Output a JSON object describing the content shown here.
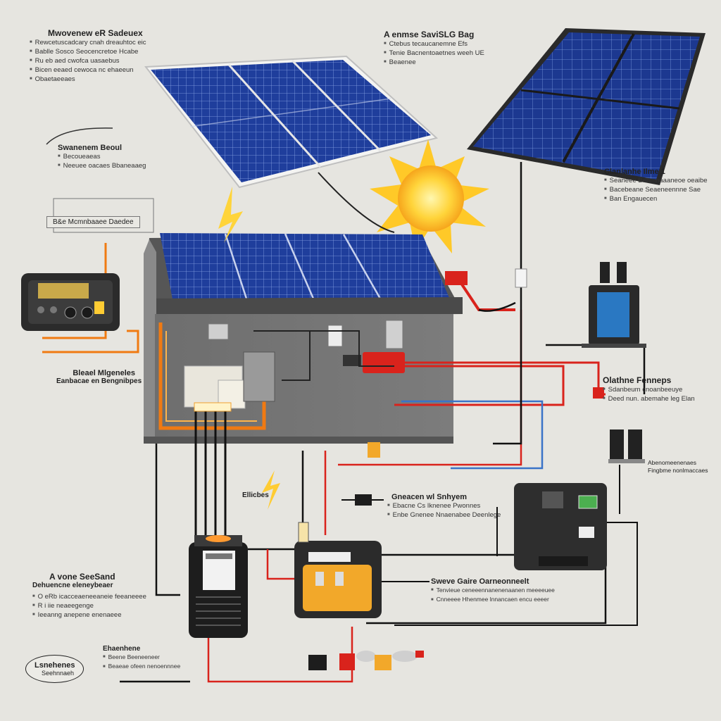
{
  "colors": {
    "background": "#e6e5e0",
    "panel_blue": "#1e3f9e",
    "house_wall": "#757575",
    "wire_red": "#d9231c",
    "wire_orange": "#f07a12",
    "wire_blue": "#3a73c8",
    "sun_yellow": "#ffd43a"
  },
  "labels": {
    "top_left": {
      "title": "Mwovenew eR Sadeuex",
      "lines": [
        "Rewcetuscadcary  cnah  dreauhtoc  eic",
        "Bablle  Sosco  Seocencretoe  Hcabe",
        "Ru  eb  aed  cwofca  uasaebus",
        "Bicen  eeaed  cewoca  nc  ehaeeun",
        "Obaetaeeaes"
      ]
    },
    "top_center": {
      "title": "A enmse  SaviSLG Bag",
      "lines": [
        "Ctebus  tecaucanemne  Efs",
        "Tenie  Bacnentoaetnes  weeh UE",
        "Beaenee"
      ]
    },
    "left_oval_top": {
      "title": "Swanenem Beoul",
      "lines": [
        "Becoueaeas",
        "Neeuee  oacaes  Bbaneaaeg"
      ]
    },
    "left_box": {
      "title": "B&e  Mcmnbaaee  Daedee"
    },
    "right_top": {
      "title": "Clanlanhe  Ilme  1",
      "lines": [
        "Seaneee  Benmnaaaneoe  oeaibe",
        "Bacebeane  Seaeneennne  Sae",
        "Ban  Engauecen"
      ]
    },
    "left_mid": {
      "title": "Bleael  Mlgeneles",
      "lines_plain": [
        "Eanbacae  en  Bengnibpes"
      ]
    },
    "right_mid": {
      "title": "Olathne  Fenneps",
      "lines": [
        "Sdanbeum  cnoanbeeuye",
        "Deed  nun.  abemahe  leg  Elan"
      ]
    },
    "right_side": {
      "lines": [
        "Abenomeenenaes",
        "Fingbme  nonlmaccaes"
      ]
    },
    "center_small": {
      "title": "Ellicbes"
    },
    "center_lower": {
      "title": "Gneacen  wl  Snhyem",
      "lines": [
        "Ebacne  Cs  Iknenee  Pwonnes",
        "Enbe  Gnenee  Nnaenabee  Deenlege"
      ]
    },
    "lower_left": {
      "title": "A vone  SeeSand",
      "subtitle": "Dehuencne  eleneybeaer",
      "lines": [
        "O  eRb  icacceaeneeaneie  feeaneeee",
        "R  i  iie  neaeegenge",
        "Ieeanng  anepene  enenaeee"
      ]
    },
    "lower_right": {
      "title": "Sweve  Gaire  Oarneonneelt",
      "lines": [
        "Tenvieue  ceneeennanenenaanen  meeeeuee",
        "Cnneeee  Hhenmee  lnnancaen  encu  eeeer"
      ]
    },
    "bottom_small": {
      "title": "Ehaenhene",
      "lines": [
        "Beene  Beeneeneer",
        "Beaeae  ofeen  nenoennnee"
      ]
    },
    "bottom_oval": {
      "title": "Lsnehenes",
      "sub": "Seehnnaeh"
    }
  },
  "devices": {
    "charge_controller_display": "",
    "inverter_panel": "",
    "battery_bank": ""
  }
}
